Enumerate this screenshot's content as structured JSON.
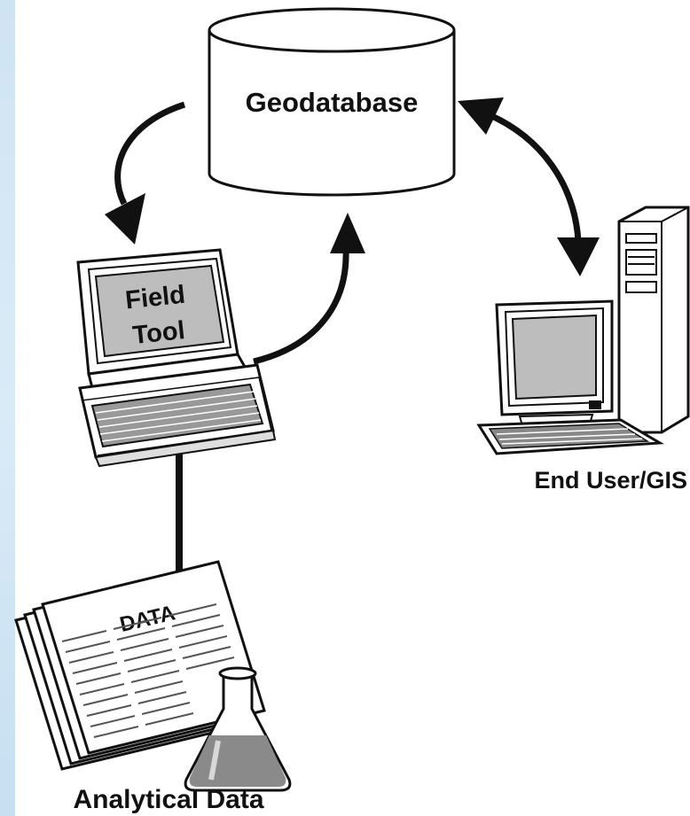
{
  "nodes": {
    "geodatabase": {
      "label": "Geodatabase"
    },
    "field_tool": {
      "line1": "Field",
      "line2": "Tool"
    },
    "end_user": {
      "label": "End User/GIS"
    },
    "analytical": {
      "label": "Analytical Data",
      "doc_heading": "DATA"
    }
  },
  "colors": {
    "background": "#ffffff",
    "side_strip": "#d3e7f5",
    "ink": "#111111",
    "screen_gray": "#bdbdbd"
  }
}
